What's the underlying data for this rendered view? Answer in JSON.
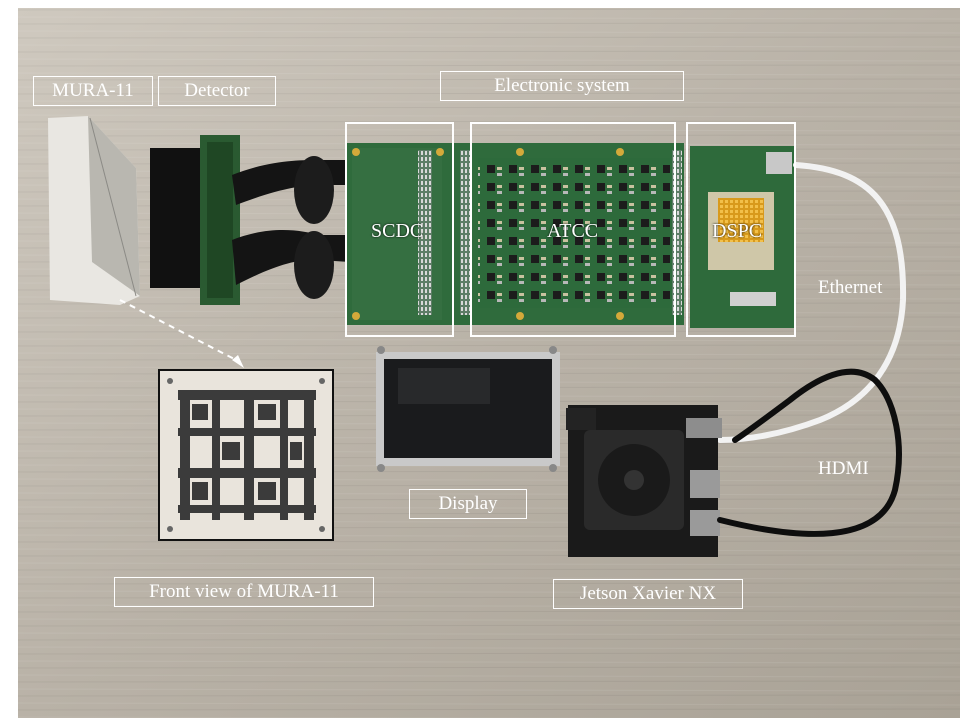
{
  "labels": {
    "mura": "MURA-11",
    "detector": "Detector",
    "electronic": "Electronic system",
    "scdc": "SCDC",
    "atcc": "ATCC",
    "dspc": "DSPC",
    "ethernet": "Ethernet",
    "hdmi": "HDMI",
    "display": "Display",
    "front_view": "Front view of MURA-11",
    "jetson": "Jetson Xavier NX"
  },
  "colors": {
    "table": "#b8b1a6",
    "pcb": "#2f6b3c",
    "label_stroke": "#ffffff"
  }
}
